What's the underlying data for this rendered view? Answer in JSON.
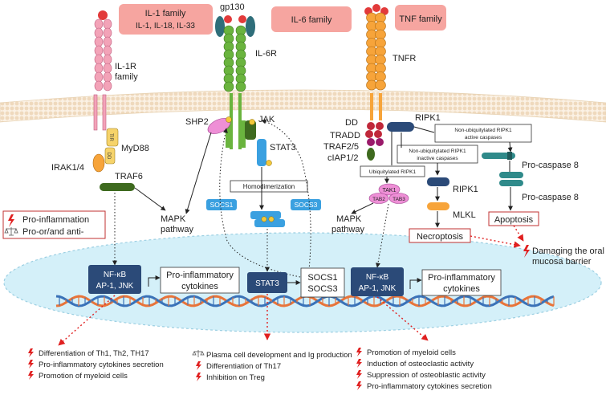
{
  "families": {
    "il1_title": "IL-1 family",
    "il1_members": "IL-1, IL-18, IL-33",
    "il6": "IL-6 family",
    "tnf": "TNF family"
  },
  "receptors": {
    "il1r_line1": "IL-1R",
    "il1r_line2": "family",
    "gp130": "gp130",
    "il6r": "IL-6R",
    "tnfr": "TNFR"
  },
  "il1_pathway": {
    "tir": "TIR",
    "dd": "DD",
    "myd88": "MyD88",
    "irak": "IRAK1/4",
    "traf6": "TRAF6",
    "mapk_line1": "MAPK",
    "mapk_line2": "pathway",
    "nfkb_line1": "NF-κB",
    "nfkb_line2": "AP-1, JNK",
    "cytokines_line1": "Pro-inflammatory",
    "cytokines_line2": "cytokines"
  },
  "il6_pathway": {
    "shp2": "SHP2",
    "jak": "JAK",
    "stat3": "STAT3",
    "homodimerization": "Homodimerization",
    "socs1": "SOCS1",
    "socs3": "SOCS3",
    "nuclear_stat3": "STAT3",
    "nuclear_socs_line1": "SOCS1",
    "nuclear_socs_line2": "SOCS3"
  },
  "tnf_pathway": {
    "dd": "DD",
    "tradd": "TRADD",
    "traf": "TRAF2/5",
    "ciap": "cIAP1/2",
    "ripk1_top": "RIPK1",
    "active_line1": "Non-ubiquitylated RIPK1",
    "active_line2": "active caspases",
    "inactive_line1": "Non-ubiquitylated RIPK1",
    "inactive_line2": "inactive caspases",
    "ubiq": "Ubiquitylated RIPK1",
    "tak1": "TAK1",
    "tab2": "TAB2",
    "tab3": "TAB3",
    "mapk_line1": "MAPK",
    "mapk_line2": "pathway",
    "ripk1": "RIPK1",
    "mlkl": "MLKL",
    "necroptosis": "Necroptosis",
    "procasp_top": "Pro-caspase 8",
    "procasp_bottom": "Pro-caspase 8",
    "apoptosis": "Apoptosis",
    "damage_line1": "Damaging the oral",
    "damage_line2": "mucosa barrier",
    "nfkb_line1": "NF-κB",
    "nfkb_line2": "AP-1, JNK",
    "cytokines_line1": "Pro-inflammatory",
    "cytokines_line2": "cytokines"
  },
  "legend": {
    "pro_inflammation": "Pro-inflammation",
    "pro_or_anti": "Pro-or/and anti-"
  },
  "outcomes": {
    "il1": [
      "Differentiation of Th1, Th2, TH17",
      "Pro-inflammatory cytokines secretion",
      "Promotion of myeloid cells"
    ],
    "il6": [
      "Plasma cell development and Ig production",
      "Differentiation of Th17",
      "Inhibition on Treg"
    ],
    "tnf": [
      "Promotion of myeloid cells",
      "Induction of osteoclastic activity",
      "Suppression of osteoblastic activity",
      "Pro-inflammatory cytokines secretion"
    ]
  },
  "colors": {
    "family_box": "#f6a5a0",
    "nucleus": "#d4f0f9",
    "dark_box": "#2b4a78",
    "receptor_il1": "#f3a3b8",
    "receptor_il6": "#6ab43e",
    "receptor_tnf": "#f7a43a",
    "accent_red": "#e02020"
  }
}
